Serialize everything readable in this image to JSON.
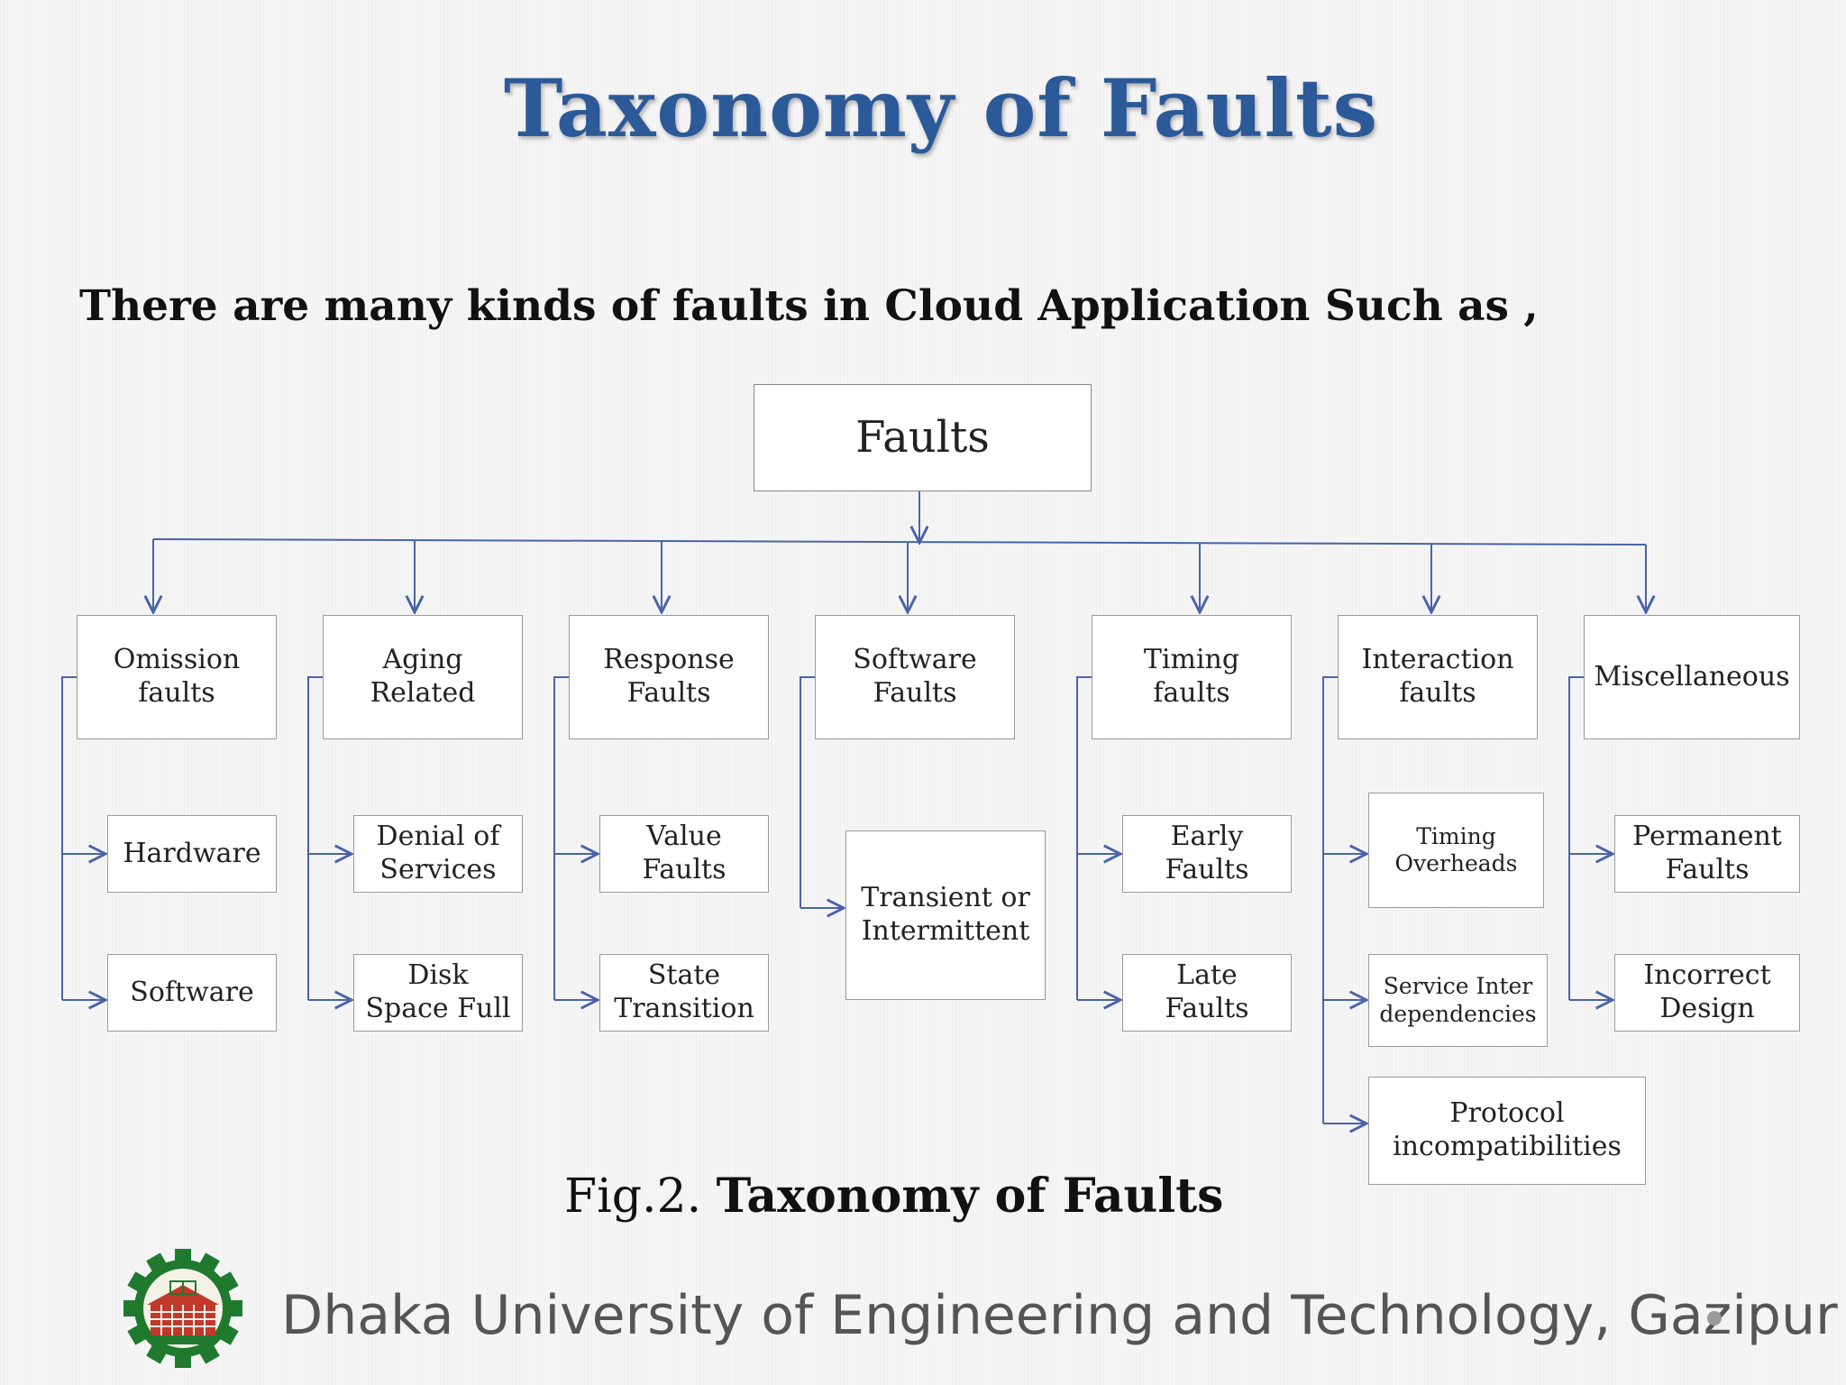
{
  "slide": {
    "title": "Taxonomy of Faults",
    "intro": "There are many kinds of  faults in Cloud Application Such as ,",
    "caption_prefix": "Fig.2. ",
    "caption_bold": "Taxonomy of Faults",
    "footer": "Dhaka University of Engineering and Technology, Gazipur",
    "logo": "DUET-gear-logo"
  },
  "colors": {
    "title": "#2c5a98",
    "connector": "#4a63a8",
    "box_border": "#9a9a9a"
  },
  "diagram": {
    "root": "Faults",
    "categories": [
      {
        "label": "Omission\nfaults",
        "children": [
          "Hardware",
          "Software"
        ]
      },
      {
        "label": "Aging\nRelated",
        "children": [
          "Denial of\nServices",
          "Disk\nSpace Full"
        ]
      },
      {
        "label": "Response\nFaults",
        "children": [
          "Value\nFaults",
          "State\nTransition"
        ]
      },
      {
        "label": "Software\nFaults",
        "children": [
          "Transient or\nIntermittent"
        ]
      },
      {
        "label": "Timing\nfaults",
        "children": [
          "Early\nFaults",
          "Late\nFaults"
        ]
      },
      {
        "label": "Interaction\nfaults",
        "children": [
          "Timing\nOverheads",
          "Service Inter\ndependencies",
          "Protocol\nincompatibilities"
        ]
      },
      {
        "label": "Miscellaneous",
        "children": [
          "Permanent\nFaults",
          "Incorrect\nDesign"
        ]
      }
    ]
  }
}
